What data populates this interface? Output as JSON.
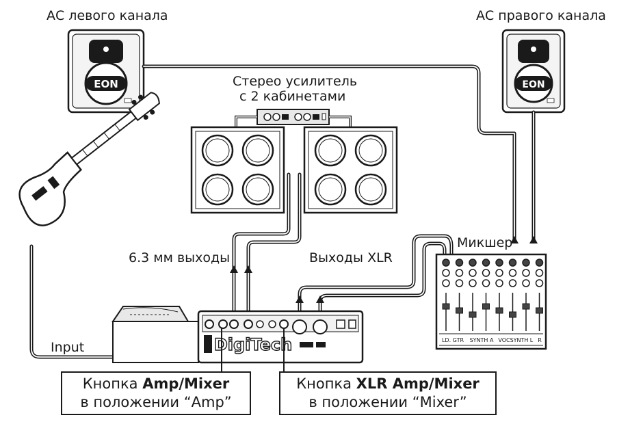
{
  "labels": {
    "left_speaker": "АС левого канала",
    "right_speaker": "АС правого канала",
    "amplifier_line1": "Стерео усилитель",
    "amplifier_line2": "с 2 кабинетами",
    "outputs_63": "6.3 мм выходы",
    "outputs_xlr": "Выходы XLR",
    "mixer": "Микшер",
    "input": "Input"
  },
  "device": {
    "brand": "DigiTech",
    "speaker_logo": "EON"
  },
  "mixer_channels": [
    "LD. GTR",
    "SYNTH A",
    "VOC",
    "SYNTH",
    "L",
    "R"
  ],
  "callouts": {
    "amp_mixer": {
      "prefix": "Кнопка ",
      "bold": "Amp/Mixer",
      "line2": "в положении “Amp”"
    },
    "xlr_amp_mixer": {
      "prefix": "Кнопка ",
      "bold": "XLR Amp/Mixer",
      "line2": "в положении “Mixer”"
    }
  }
}
